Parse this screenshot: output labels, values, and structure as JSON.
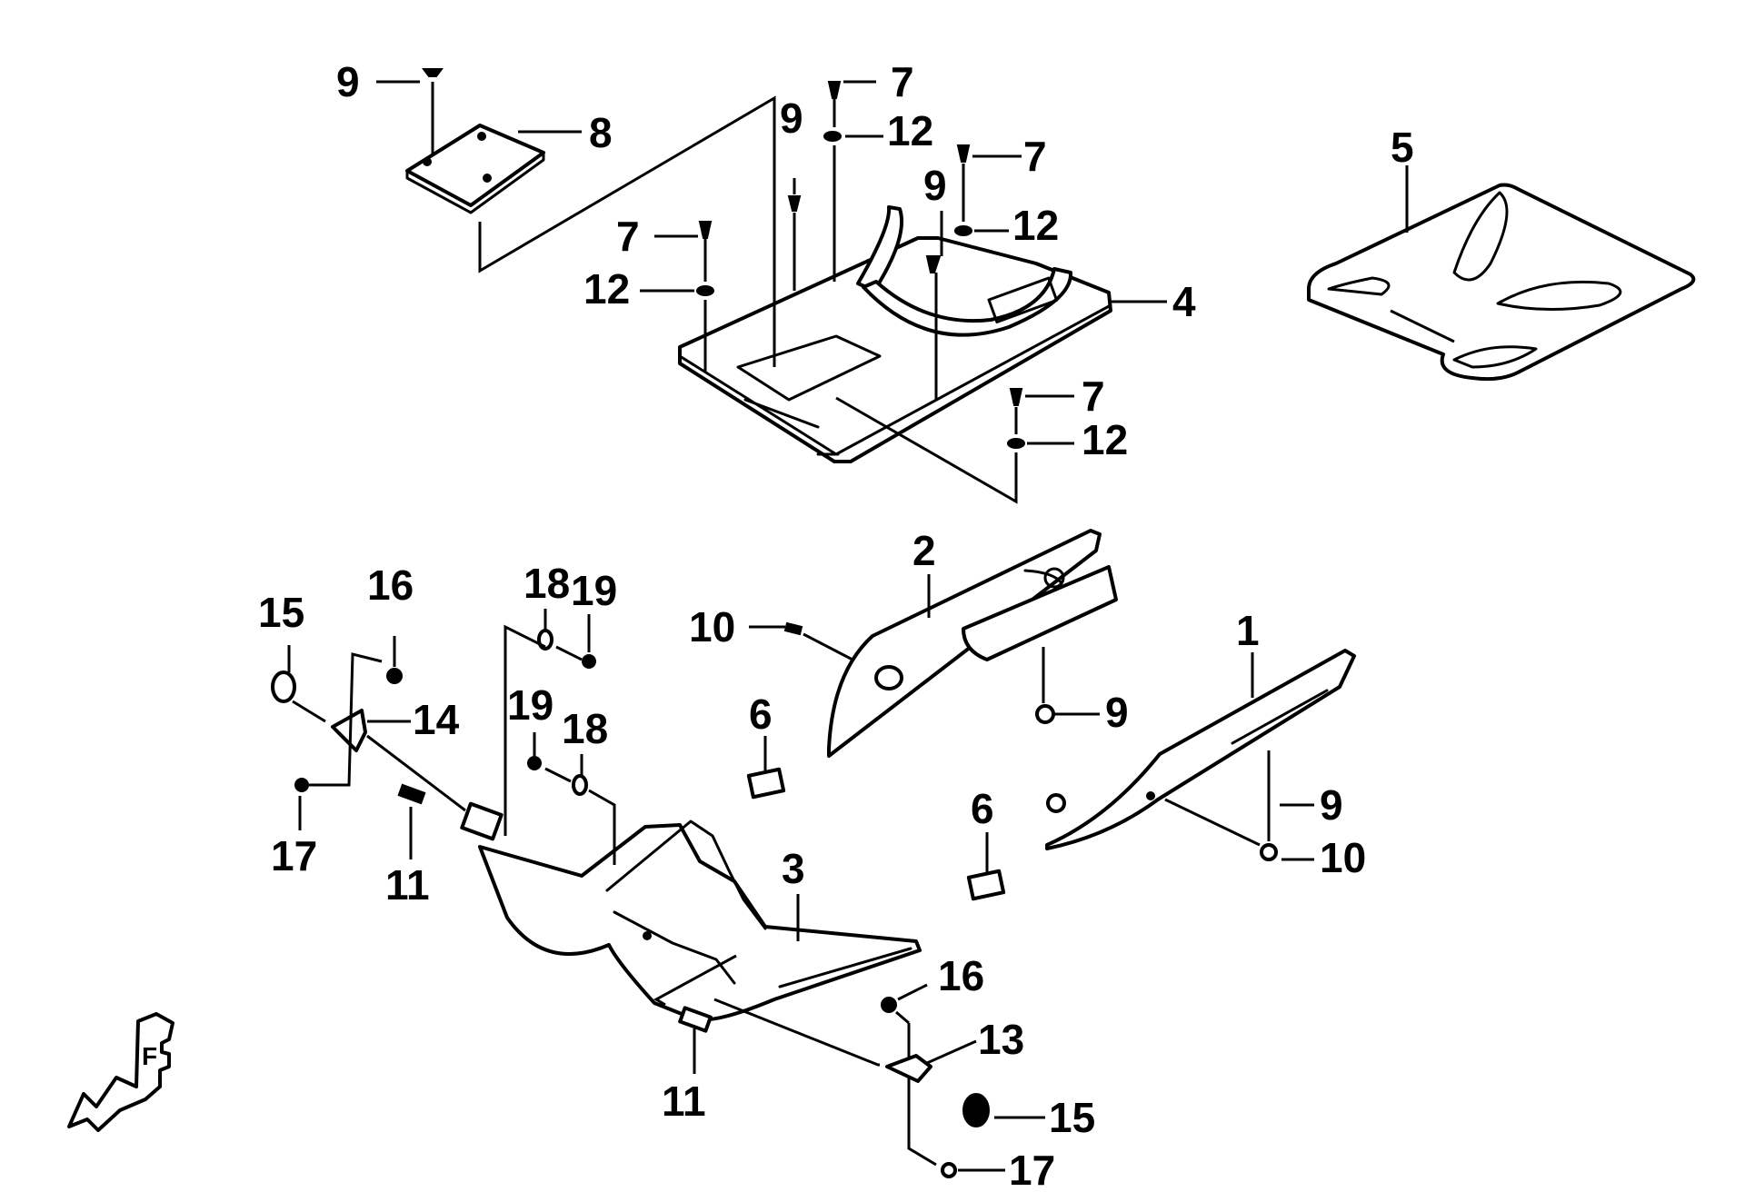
{
  "colors": {
    "ink": "#000000",
    "paper": "#ffffff"
  },
  "icons": {
    "front_indicator": "front-arrow-icon",
    "front_letter": "F"
  },
  "callouts": {
    "c1": "1",
    "c2": "2",
    "c3": "3",
    "c4": "4",
    "c5": "5",
    "c6a": "6",
    "c6b": "6",
    "c7a": "7",
    "c7b": "7",
    "c7c": "7",
    "c7d": "7",
    "c8": "8",
    "c9a": "9",
    "c9b": "9",
    "c9c": "9",
    "c9d": "9",
    "c9e": "9",
    "c10a": "10",
    "c10b": "10",
    "c11a": "11",
    "c11b": "11",
    "c12a": "12",
    "c12b": "12",
    "c12c": "12",
    "c12d": "12",
    "c13": "13",
    "c14": "14",
    "c15a": "15",
    "c15b": "15",
    "c16a": "16",
    "c16b": "16",
    "c17a": "17",
    "c17b": "17",
    "c18a": "18",
    "c18b": "18",
    "c19a": "19",
    "c19b": "19"
  }
}
